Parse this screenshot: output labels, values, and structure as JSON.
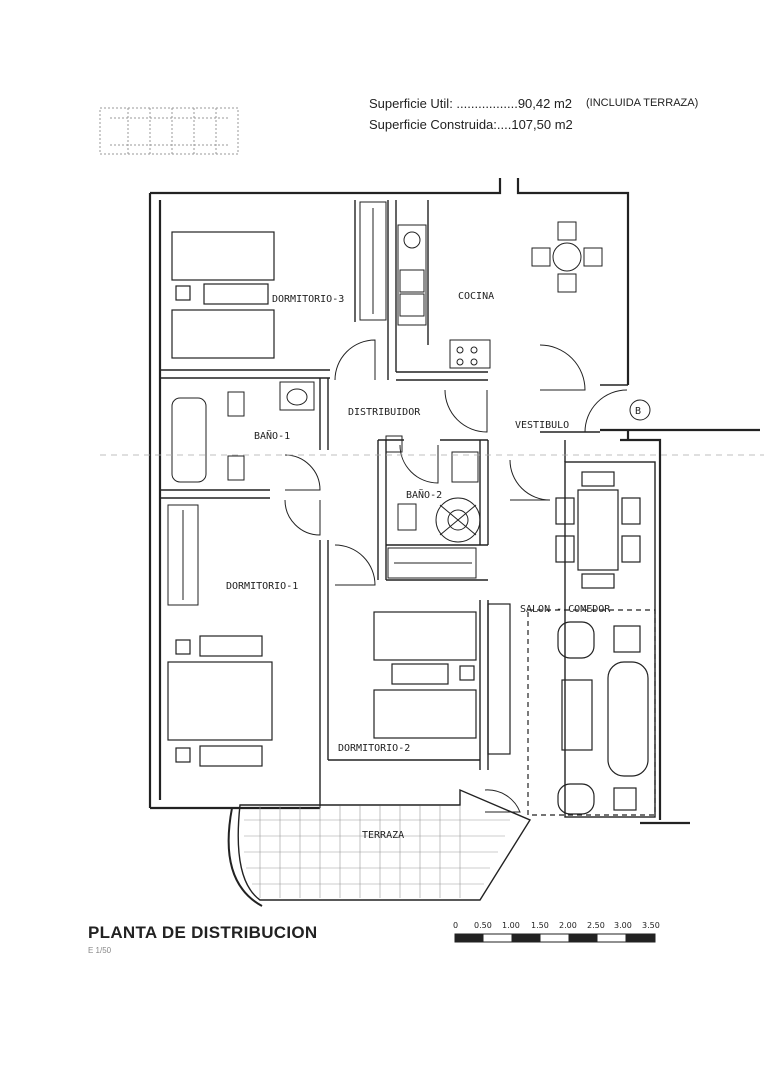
{
  "header": {
    "superficie_util": "Superficie Util: .................90,42 m2",
    "incluida": "(INCLUIDA TERRAZA)",
    "superficie_construida": "Superficie Construida:....107,50 m2"
  },
  "rooms": {
    "dormitorio3": "DORMITORIO-3",
    "cocina": "COCINA",
    "distribuidor": "DISTRIBUIDOR",
    "vestibulo": "VESTIBULO",
    "bano1": "BAÑO-1",
    "bano2": "BAÑO-2",
    "dormitorio1": "DORMITORIO-1",
    "salon": "SALON - COMEDOR",
    "dormitorio2": "DORMITORIO-2",
    "terraza": "TERRAZA"
  },
  "marker": "B",
  "footer": {
    "title": "PLANTA DE DISTRIBUCION",
    "scale_note": "E 1/50"
  },
  "scale_bar": {
    "ticks": [
      "0",
      "0.50",
      "1.00",
      "1.50",
      "2.00",
      "2.50",
      "3.00",
      "3.50"
    ]
  }
}
